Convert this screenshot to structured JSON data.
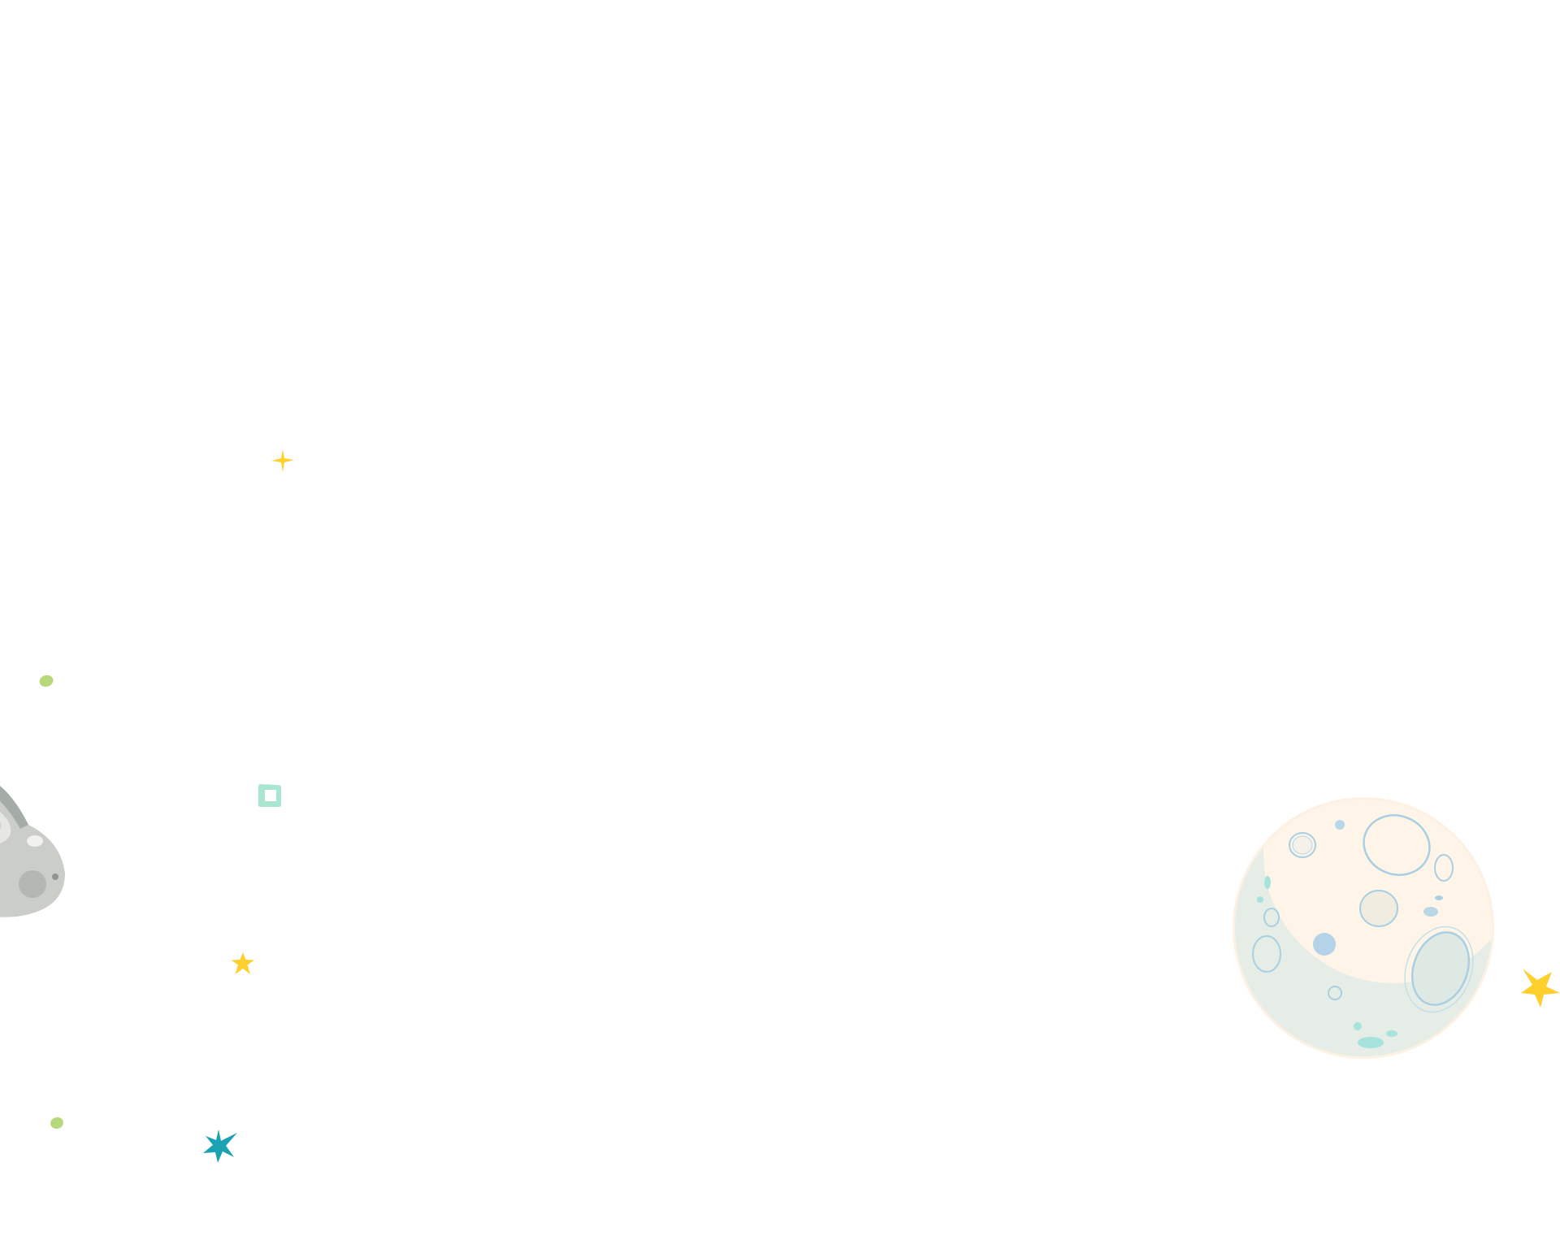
{
  "scene": {
    "background_color": "#ffffff",
    "decorations": [
      {
        "name": "asteroid-illustration",
        "icon": "asteroid-icon",
        "colors": [
          "#cbcdc8",
          "#a5aca7",
          "#e6e6e3",
          "#8f9691"
        ]
      },
      {
        "name": "moon-planet-illustration",
        "icon": "moon-icon",
        "colors": [
          "#fef5e8",
          "#e5ede6",
          "#a9cfe2",
          "#a6e3dc"
        ]
      },
      {
        "name": "sparkle-star-yellow",
        "icon": "sparkle-icon",
        "color": "#ffd12b"
      },
      {
        "name": "star-yellow-small",
        "icon": "star-icon",
        "color": "#ffcf2e"
      },
      {
        "name": "star-yellow-large",
        "icon": "star-icon",
        "color": "#ffcf2e"
      },
      {
        "name": "star-teal",
        "icon": "star-icon",
        "color": "#1aa2b3"
      },
      {
        "name": "square-outline-mint",
        "icon": "square-outline-icon",
        "color": "#a9e6cf"
      },
      {
        "name": "dot-green",
        "icon": "dot-icon",
        "color": "#b7d97c"
      }
    ]
  }
}
